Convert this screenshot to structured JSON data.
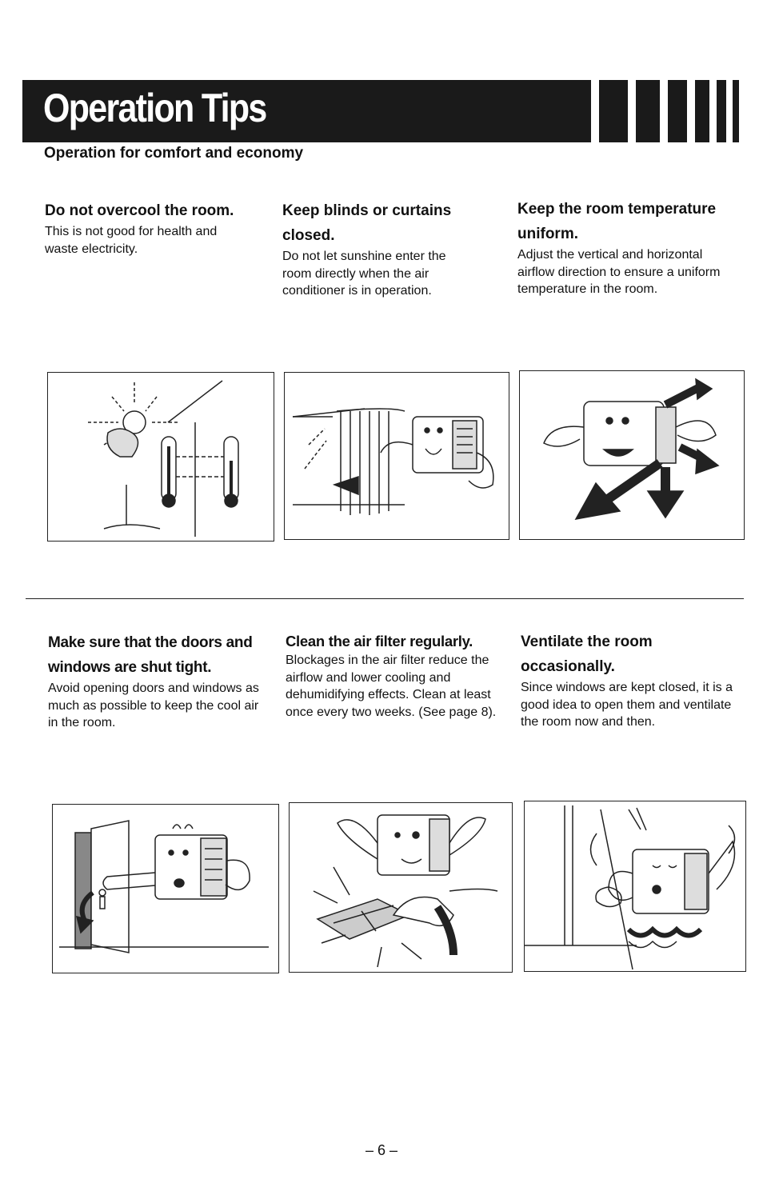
{
  "header": {
    "title": "Operation Tips",
    "subtitle": "Operation for comfort and economy"
  },
  "tips": [
    {
      "heading": "Do not overcool the room.",
      "body": "This is not good for health and waste electricity."
    },
    {
      "heading": "Keep blinds or curtains closed.",
      "body": "Do not let sunshine enter the room directly when the air conditioner is in operation."
    },
    {
      "heading": "Keep the room temperature uniform.",
      "body": "Adjust the vertical and horizontal airflow direction to ensure a uniform temperature in the room."
    },
    {
      "heading": "Make sure that the doors and windows are shut tight.",
      "body": "Avoid opening doors and windows as much as possible to keep the cool air in the room."
    },
    {
      "heading": "Clean the air filter regularly.",
      "body": "Blockages in the air filter reduce the airflow and lower cooling and dehumidifying effects. Clean at least once every two weeks. (See page 8)."
    },
    {
      "heading": "Ventilate the room occasionally.",
      "body": "Since windows are kept closed, it is a good idea to open them and ventilate the room now and then."
    }
  ],
  "illustrations": [
    {
      "icon": "sun-thermometer-icon"
    },
    {
      "icon": "curtain-aircon-icon"
    },
    {
      "icon": "airflow-aircon-icon"
    },
    {
      "icon": "door-aircon-icon"
    },
    {
      "icon": "filter-cleaning-icon"
    },
    {
      "icon": "ventilation-aircon-icon"
    }
  ],
  "footer": {
    "page_number": "– 6 –"
  }
}
